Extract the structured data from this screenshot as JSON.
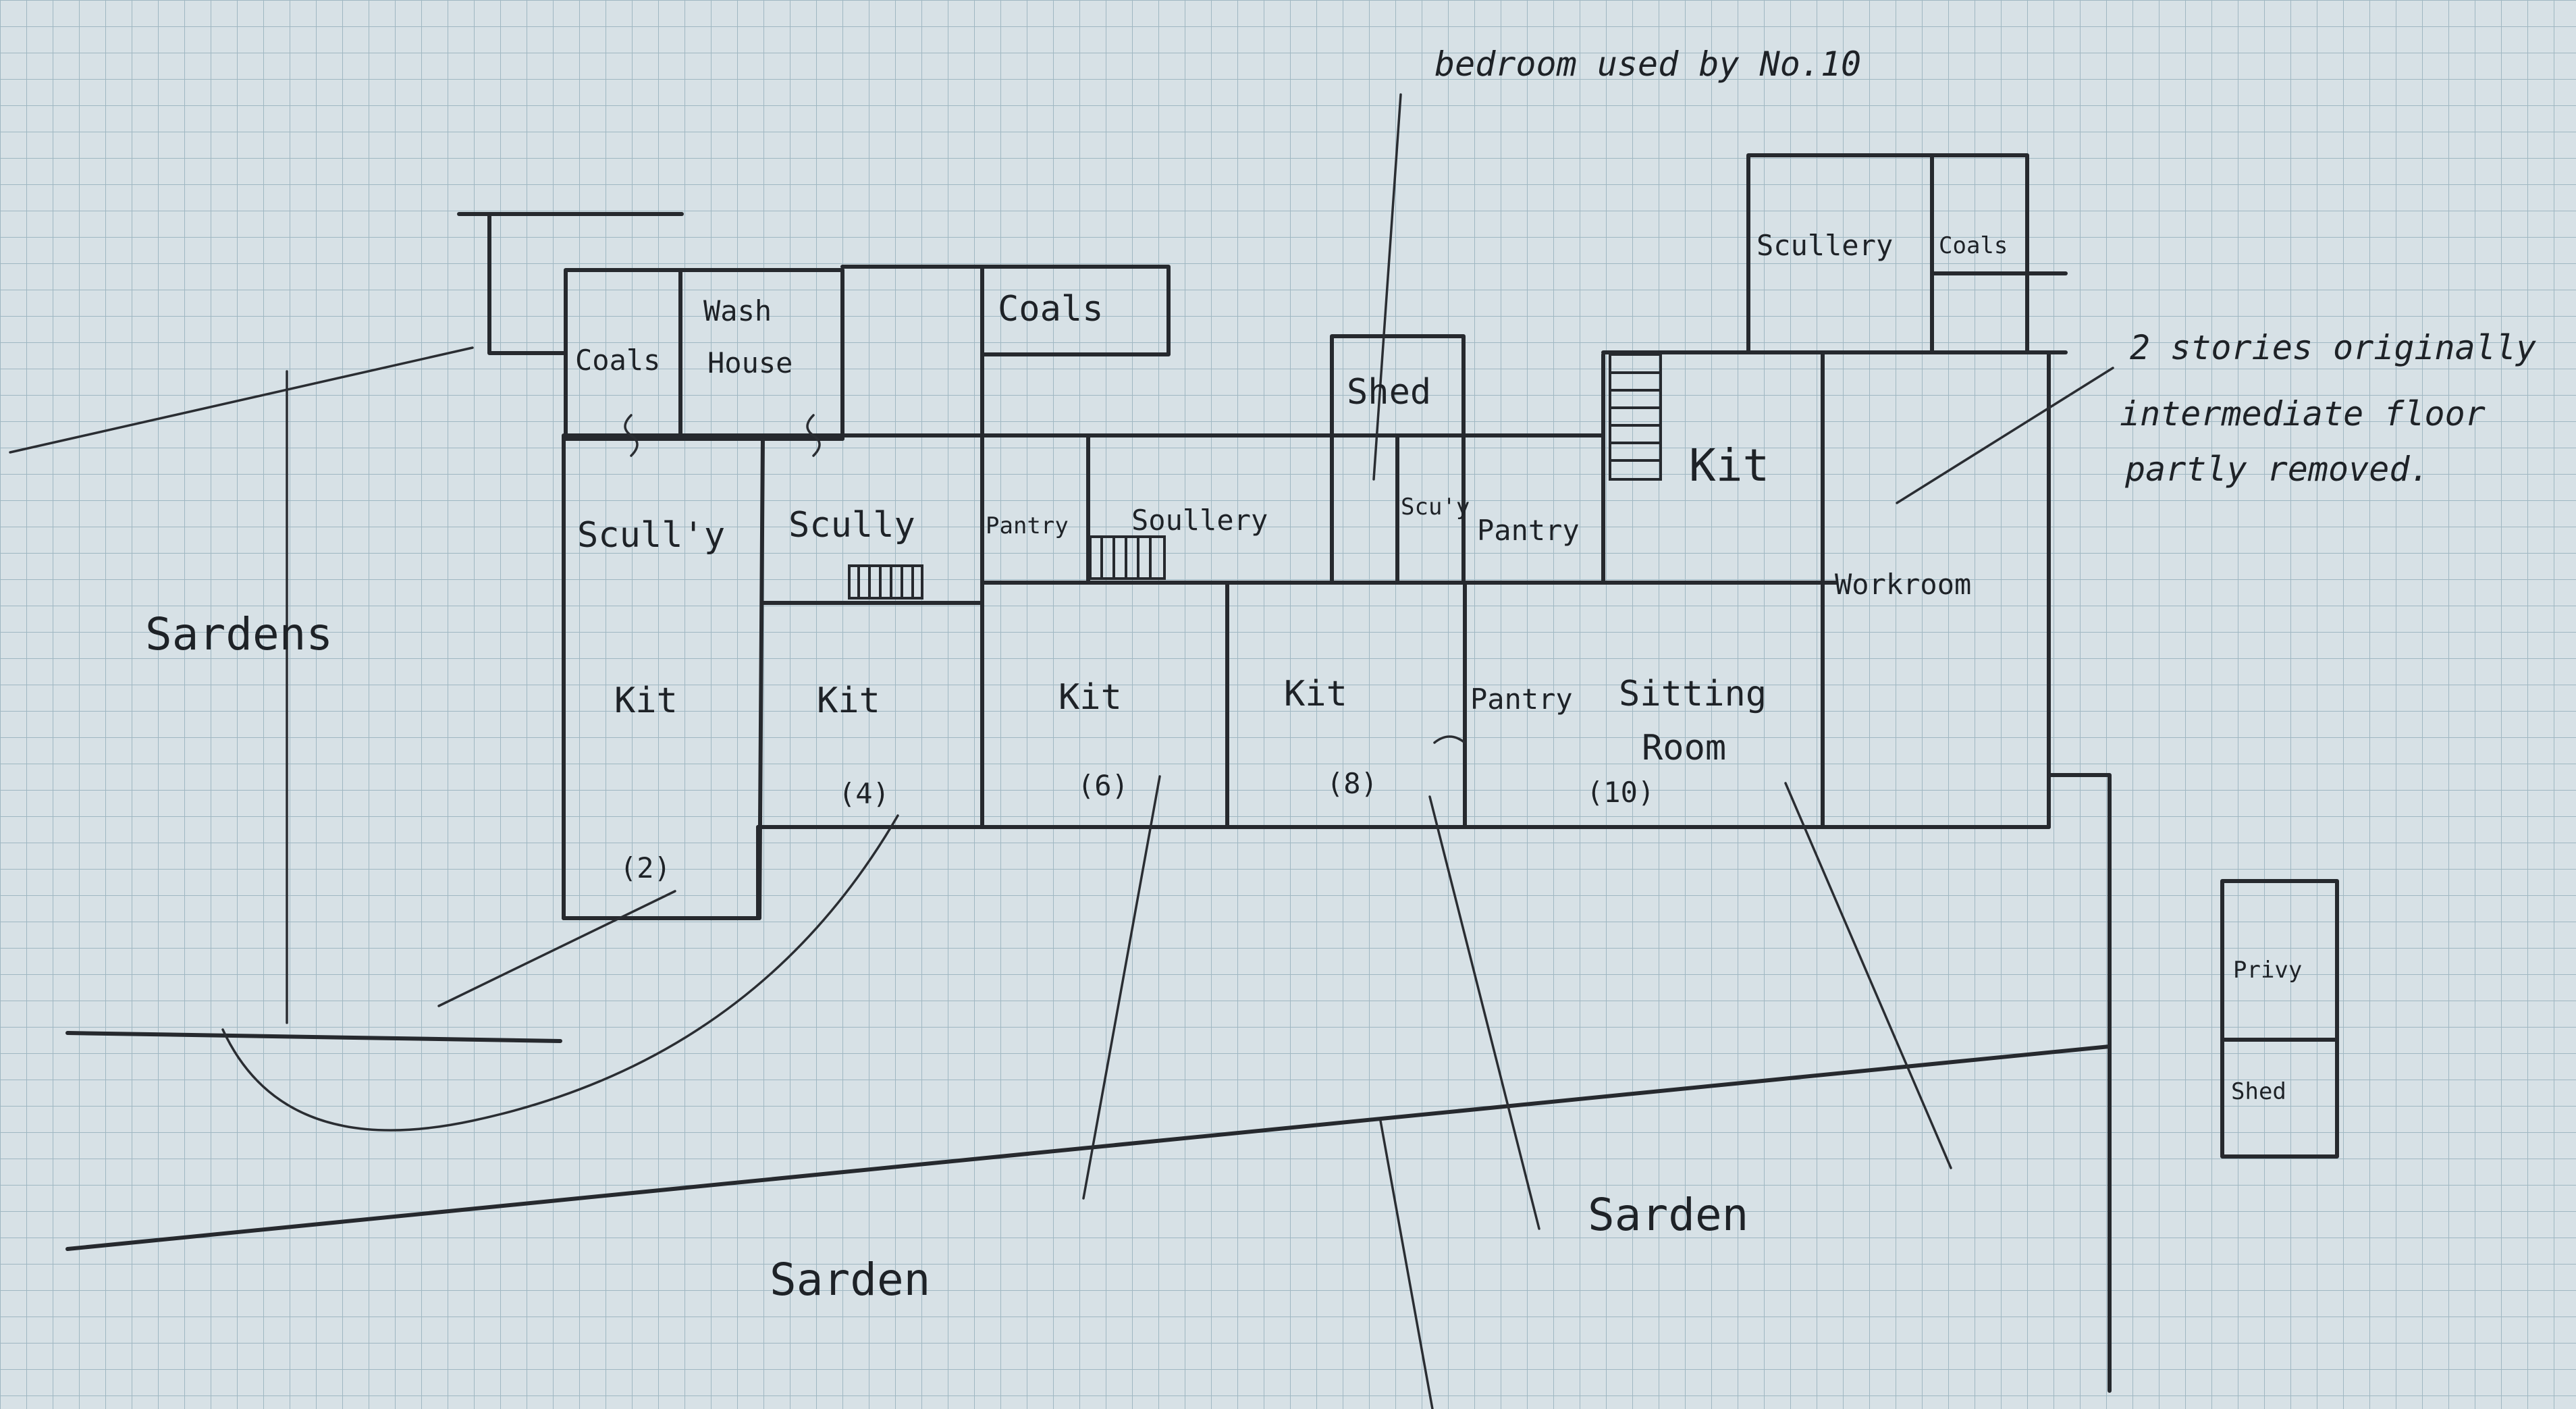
{
  "labels": {
    "gardens_left": "Sardens",
    "coals_1": "Coals",
    "wash_house_1": "Wash",
    "wash_house_2": "House",
    "coals_2": "Coals",
    "scully_1": "Scull'y",
    "scully_2": "Scully",
    "kit_2": "Kit",
    "num_2": "(2)",
    "kit_4": "Kit",
    "num_4": "(4)",
    "pantry_1": "Pantry",
    "scullery_1": "Soullery",
    "kit_6": "Kit",
    "num_6": "(6)",
    "shed": "Shed",
    "scu_small": "Scu'y",
    "pantry_2": "Pantry",
    "kit_8": "Kit",
    "num_8": "(8)",
    "pantry_3": "Pantry",
    "sitting_1": "Sitting",
    "sitting_2": "Room",
    "num_10": "(10)",
    "kit_right": "Kit",
    "scullery_right": "Scullery",
    "coals_right": "Coals",
    "workroom": "Workroom",
    "bedroom_note": "bedroom used by No.10",
    "note_1": "2 stories originally",
    "note_2": "intermediate floor",
    "note_3": "partly removed.",
    "privy": "Privy",
    "shed_small": "Shed",
    "garden_right": "Sarden",
    "garden_bottom": "Sarden"
  }
}
